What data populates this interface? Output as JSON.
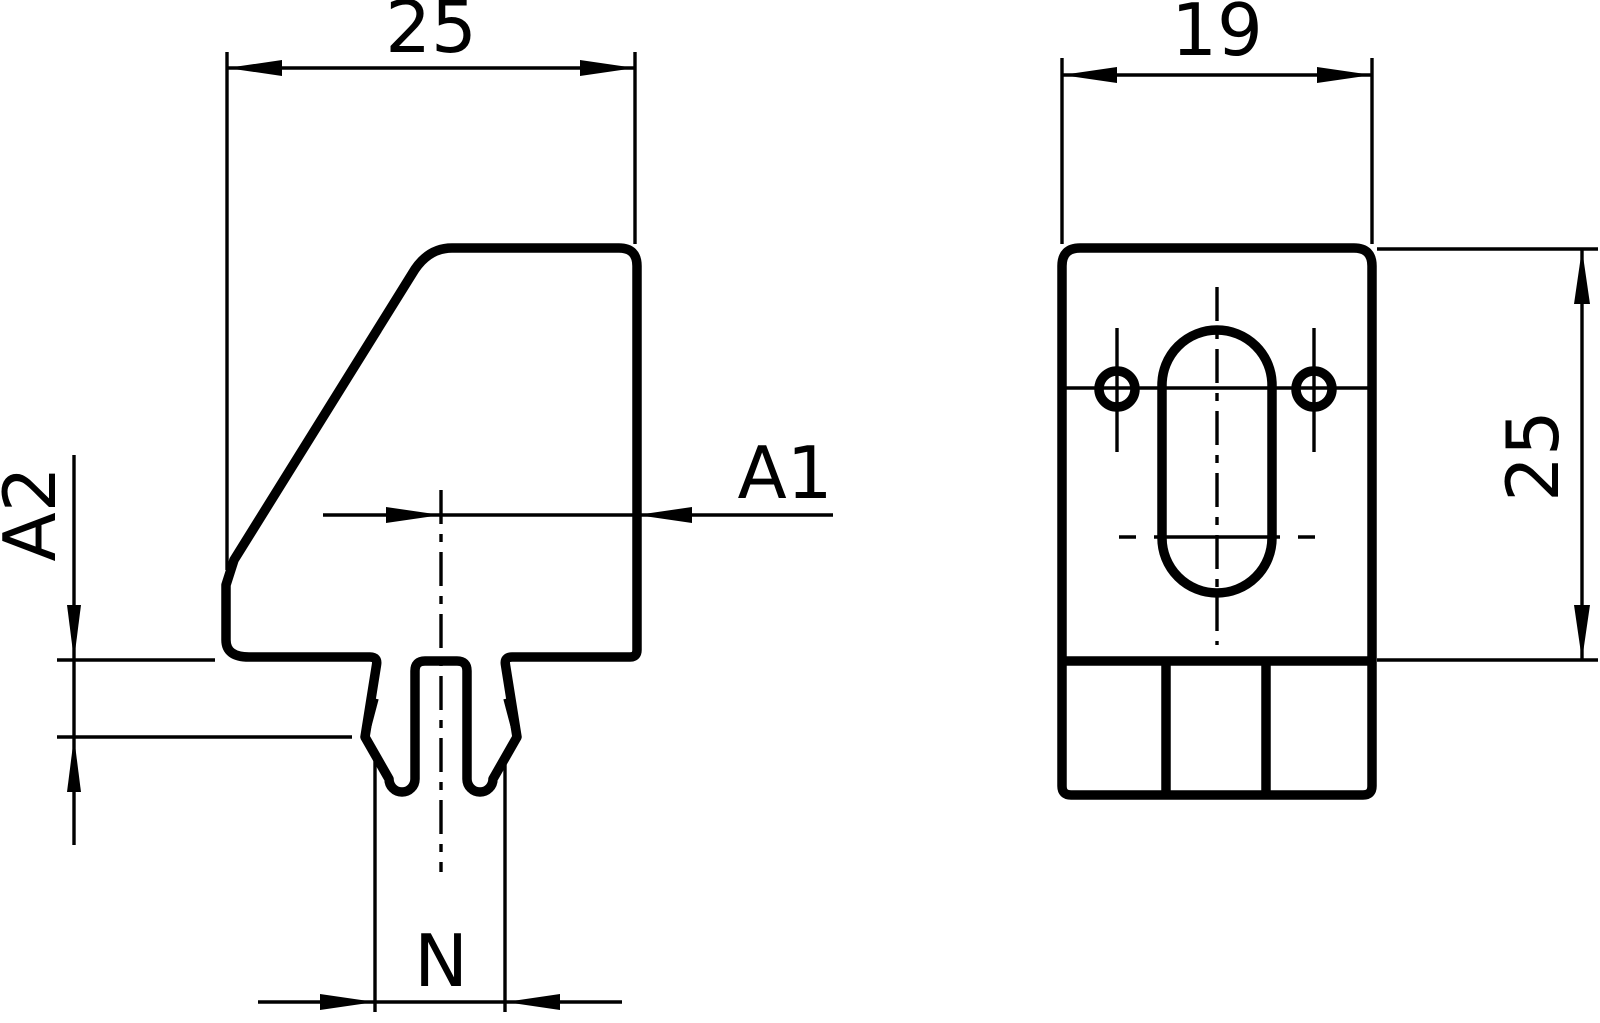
{
  "page": {
    "background_color": "#ffffff",
    "line_color": "#000000",
    "description": "Two-view dimensioned technical drawing of a sensor mounting bracket with snap-in clip"
  },
  "views": {
    "side_view": {
      "name": "side-profile-view"
    },
    "front_view": {
      "name": "front-face-view"
    }
  },
  "dimensions": {
    "side_width": "25",
    "a1": "A1",
    "a2": "A2",
    "slot_n": "N",
    "front_width": "19",
    "front_height": "25"
  }
}
